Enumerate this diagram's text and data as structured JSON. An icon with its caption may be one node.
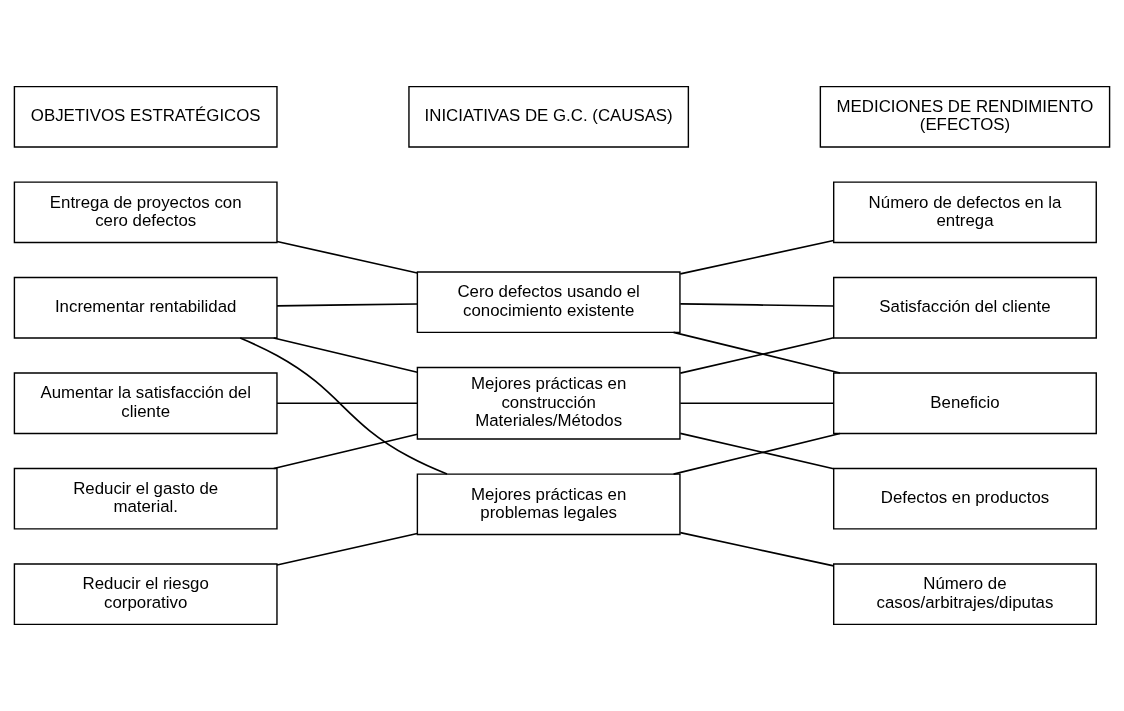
{
  "diagram": {
    "nodes": [
      {
        "text": [
          "OBJETIVOS ESTRATÉGICOS"
        ]
      },
      {
        "text": [
          "INICIATIVAS DE G.C. (CAUSAS)"
        ]
      },
      {
        "text": [
          "MEDICIONES DE RENDIMIENTO (EFECTOS)"
        ]
      },
      {
        "text": [
          "Entrega de proyectos con cero defectos"
        ]
      },
      {
        "text": [
          "Incrementar rentabilidad"
        ]
      },
      {
        "text": [
          "Aumentar la satisfacción del cliente"
        ]
      },
      {
        "text": [
          "Reducir el gasto de material."
        ]
      },
      {
        "text": [
          "Reducir el riesgo corporativo"
        ]
      },
      {
        "text": [
          "Cero defectos usando el conocimiento existente"
        ]
      },
      {
        "text": [
          "Mejores prácticas en construcción Materiales/Métodos"
        ]
      },
      {
        "text": [
          "Mejores prácticas en problemas legales"
        ]
      },
      {
        "text": [
          "Número de defectos en la entrega"
        ]
      },
      {
        "text": [
          "Satisfacción del cliente"
        ]
      },
      {
        "text": [
          "Beneficio"
        ]
      },
      {
        "text": [
          "Defectos en productos"
        ]
      },
      {
        "text": [
          "Número de casos/arbitrajes/diputas"
        ]
      }
    ],
    "edges": [
      {
        "from": 3,
        "to": 8,
        "arrow": "none"
      },
      {
        "from": 4,
        "to": 8,
        "arrow": "none"
      },
      {
        "from": 4,
        "to": 9,
        "arrow": "none"
      },
      {
        "from": 4,
        "to": 10,
        "arrow": "none"
      },
      {
        "from": 5,
        "to": 9,
        "arrow": "none"
      },
      {
        "from": 6,
        "to": 9,
        "arrow": "none"
      },
      {
        "from": 7,
        "to": 10,
        "arrow": "none"
      },
      {
        "from": 8,
        "to": 11,
        "arrow": "none"
      },
      {
        "from": 8,
        "to": 12,
        "arrow": "none"
      },
      {
        "from": 8,
        "to": 13,
        "arrow": "none"
      },
      {
        "from": 9,
        "to": 12,
        "arrow": "none"
      },
      {
        "from": 9,
        "to": 13,
        "arrow": "none"
      },
      {
        "from": 9,
        "to": 14,
        "arrow": "none"
      },
      {
        "from": 10,
        "to": 13,
        "arrow": "none"
      },
      {
        "from": 10,
        "to": 15,
        "arrow": "none"
      }
    ]
  }
}
